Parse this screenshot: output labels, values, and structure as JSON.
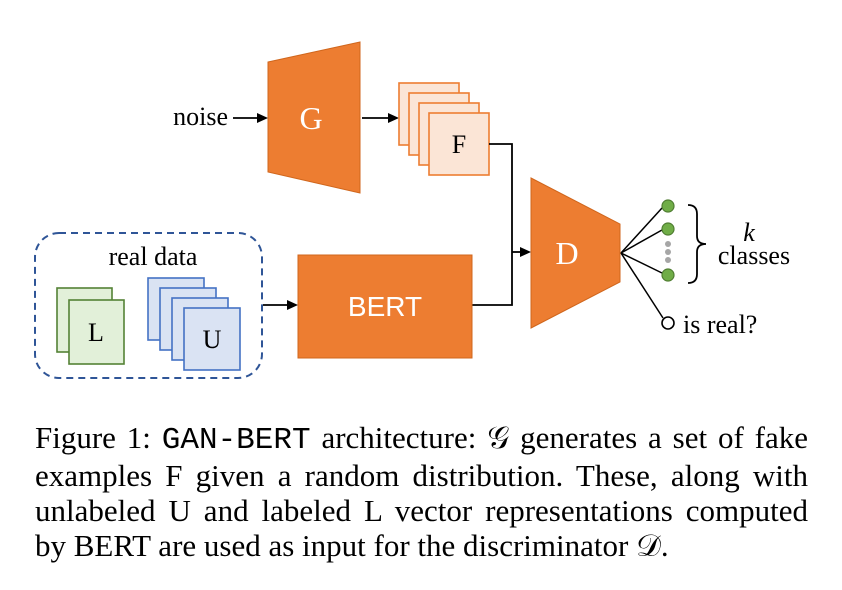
{
  "diagram": {
    "noise_label": "noise",
    "generator_label": "G",
    "fake_samples_label": "F",
    "real_data_label": "real data",
    "labeled_label": "L",
    "unlabeled_label": "U",
    "bert_label": "BERT",
    "discriminator_label": "D",
    "k_label": "k",
    "classes_label": "classes",
    "is_real_label": "is real?"
  },
  "colors": {
    "model_orange": "#ED7D31",
    "model_outline": "#D0661C",
    "fake_fill": "#FBE5D6",
    "fake_border": "#ED7D31",
    "labeled_fill": "#E2F0D9",
    "labeled_border": "#548235",
    "unlabeled_fill": "#DAE3F3",
    "unlabeled_border": "#4472C4",
    "real_data_border": "#2F5597",
    "class_node": "#70AD47",
    "class_node_border": "#507E32",
    "ellipsis_dot": "#A6A6A6"
  },
  "caption": {
    "line1": {
      "prefix": "Figure 1: ",
      "model_name": "GAN-BERT",
      "middle": " architecture: ",
      "generator_symbol": "𝒢",
      "suffix": " generates a set of fake"
    },
    "line2": "examples F given a random distribution. These, along with",
    "line3": "unlabeled U and labeled L vector representations computed",
    "line4": {
      "prefix": "by BERT are used as input for the discriminator ",
      "discriminator_symbol": "𝒟",
      "suffix": "."
    }
  }
}
